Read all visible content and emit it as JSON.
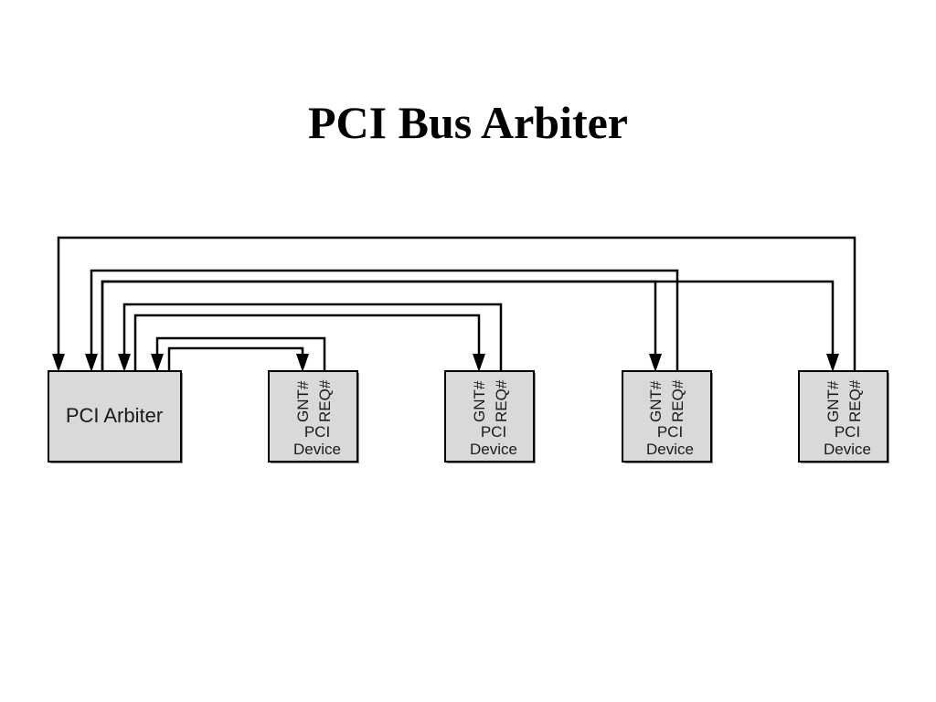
{
  "slide": {
    "title": "PCI Bus Arbiter"
  },
  "arbiter": {
    "label": "PCI Arbiter"
  },
  "devices": [
    {
      "line1": "PCI",
      "line2": "Device",
      "gnt": "GNT#",
      "req": "REQ#"
    },
    {
      "line1": "PCI",
      "line2": "Device",
      "gnt": "GNT#",
      "req": "REQ#"
    },
    {
      "line1": "PCI",
      "line2": "Device",
      "gnt": "GNT#",
      "req": "REQ#"
    },
    {
      "line1": "PCI",
      "line2": "Device",
      "gnt": "GNT#",
      "req": "REQ#"
    }
  ],
  "colors": {
    "box_fill": "#d9d9d9",
    "line": "#000000",
    "background": "#ffffff"
  }
}
